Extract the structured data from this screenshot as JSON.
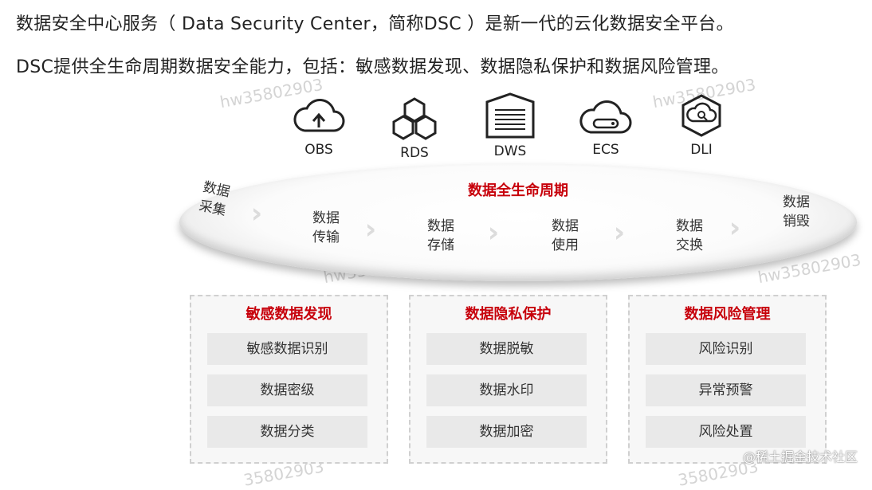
{
  "intro": {
    "line1": "数据安全中心服务（ Data Security Center，简称DSC ）是新一代的云化数据安全平台。",
    "line2": "DSC提供全生命周期数据安全能力，包括：敏感数据发现、数据隐私保护和数据风险管理。"
  },
  "services": [
    {
      "label": "OBS",
      "icon": "cloud-upload-icon"
    },
    {
      "label": "RDS",
      "icon": "hexagon-cluster-icon"
    },
    {
      "label": "DWS",
      "icon": "warehouse-icon"
    },
    {
      "label": "ECS",
      "icon": "cloud-server-icon"
    },
    {
      "label": "DLI",
      "icon": "cloud-search-icon"
    }
  ],
  "lifecycle": {
    "title": "数据全生命周期",
    "stages": [
      {
        "line1": "数据",
        "line2": "采集"
      },
      {
        "line1": "数据",
        "line2": "传输"
      },
      {
        "line1": "数据",
        "line2": "存储"
      },
      {
        "line1": "数据",
        "line2": "使用"
      },
      {
        "line1": "数据",
        "line2": "交换"
      },
      {
        "line1": "数据",
        "line2": "销毁"
      }
    ]
  },
  "capabilities": [
    {
      "title": "敏感数据发现",
      "items": [
        "敏感数据识别",
        "数据密级",
        "数据分类"
      ]
    },
    {
      "title": "数据隐私保护",
      "items": [
        "数据脱敏",
        "数据水印",
        "数据加密"
      ]
    },
    {
      "title": "数据风险管理",
      "items": [
        "风险识别",
        "异常预警",
        "风险处置"
      ]
    }
  ],
  "watermark": "hw35802903",
  "watermark_partial": "35802903",
  "credit": "@稀土掘金技术社区",
  "colors": {
    "accent": "#c7000b",
    "box_bg": "#f7f7f7",
    "item_bg": "#e9e9e9"
  }
}
